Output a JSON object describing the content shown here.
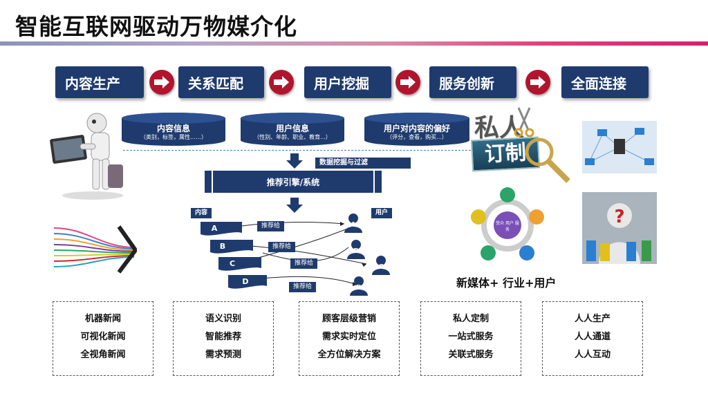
{
  "title": "智能互联网驱动万物媒介化",
  "steps": [
    "内容生产",
    "关系匹配",
    "用户挖掘",
    "服务创新",
    "全面连接"
  ],
  "databases": [
    {
      "title": "内容信息",
      "sub": "（类别，标签，属性……）"
    },
    {
      "title": "用户信息",
      "sub": "（性别、年龄、职业、教育...）"
    },
    {
      "title": "用户对内容的偏好",
      "sub": "（评分，查看，购买...）"
    }
  ],
  "flow": {
    "mining_label": "数据挖掘与过滤",
    "engine_label": "推荐引擎/系统",
    "content_label": "内容",
    "user_label": "用户",
    "content_items": [
      "A",
      "B",
      "C",
      "D"
    ],
    "user_items": [
      "A",
      "B",
      "C",
      "D"
    ],
    "recommend_label": "推荐给"
  },
  "custom_sign": {
    "top": "私人",
    "bottom": "订制"
  },
  "wheel": {
    "center": "受众 用户 服务",
    "nodes": [
      "",
      "",
      "",
      "",
      ""
    ]
  },
  "caption": "新媒体+ 行业+用户",
  "boxes": [
    [
      "机器新闻",
      "可视化新闻",
      "全视角新闻"
    ],
    [
      "语义识别",
      "智能推荐",
      "需求预测"
    ],
    [
      "顾客层级营销",
      "需求实时定位",
      "全方位解决方案"
    ],
    [
      "私人定制",
      "一站式服务",
      "关联式服务"
    ],
    [
      "人人生产",
      "人人通道",
      "人人互动"
    ]
  ],
  "colors": {
    "navy": "#1f3b6e",
    "arrow_red": "#b1152d",
    "accent_pink": "#d61f6f"
  }
}
